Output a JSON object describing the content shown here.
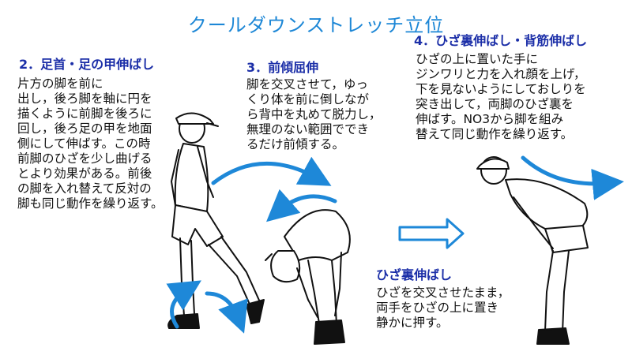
{
  "title": "クールダウンストレッチ立位",
  "sections": [
    {
      "heading": "2．足首・足の甲伸ばし",
      "text": "片方の脚を前に\n出し，後ろ脚を軸に円を\n描くように前脚を後ろに\n回し，後ろ足の甲を地面\n側にして伸ばす。この時\n前脚のひざを少し曲げる\nとより効果がある。前後\nの脚を入れ替えて反対の\n脚も同じ動作を繰り返す。"
    },
    {
      "heading": "3．前傾屈伸",
      "text": "脚を交叉させて，ゆっ\nくり体を前に倒しなが\nら背中を丸めて脱力し，\n無理のない範囲ででき\nるだけ前傾する。"
    },
    {
      "heading": "4．ひざ裏伸ばし・背筋伸ばし",
      "text": "ひざの上に置いた手に\nジンワリと力を入れ顔を上げ，\n下を見ないようにしておしりを\n突き出して，両脚のひざ裏を\n伸ばす。NO3から脚を組み\n替えて同じ動作を繰り返す。"
    },
    {
      "heading": "ひざ裏伸ばし",
      "text": "ひざを交叉させたまま，\n両手をひざの上に置き\n静かに押す。"
    }
  ],
  "colors": {
    "title": "#1d87d6",
    "heading": "#1c2fa8",
    "arrow": "#1e88d8"
  }
}
